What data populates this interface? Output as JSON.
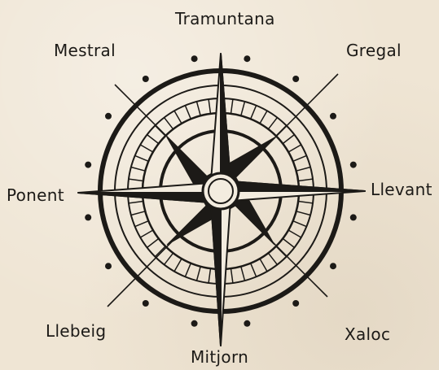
{
  "winds": {
    "north": "Tramuntana",
    "northeast": "Gregal",
    "east": "Llevant",
    "southeast": "Xaloc",
    "south": "Mitjorn",
    "southwest": "Llebeig",
    "west": "Ponent",
    "northwest": "Mestral"
  },
  "colors": {
    "ink": "#1c1a17",
    "paper": "#efe5d4",
    "point_fill": "#f3ecdf"
  }
}
